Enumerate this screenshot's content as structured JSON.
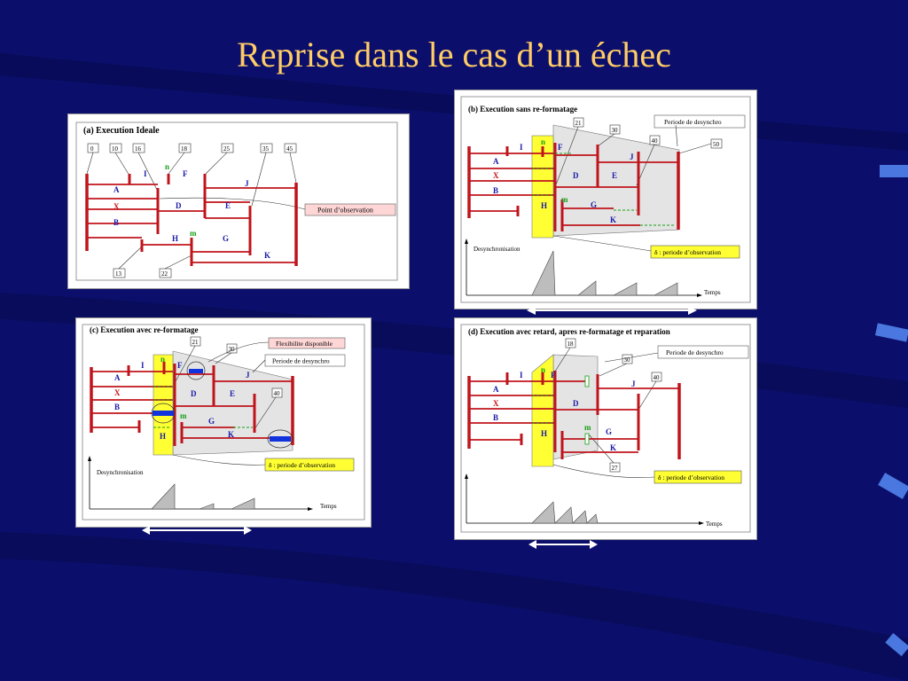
{
  "slide": {
    "title": "Reprise dans le cas d’un échec"
  },
  "colors": {
    "background": "#0b0f6b",
    "title": "#ffcc66",
    "process_line": "#c0141c",
    "label_blue": "#1a1aa8",
    "label_red": "#cc1111",
    "label_green": "#16a016",
    "highlight_yellow": "#ffff33",
    "shade_gray": "#e4e4e4",
    "note_pink": "#ffd6d6",
    "marker_blue": "#1133dd"
  },
  "panels": {
    "a": {
      "title": "(a) Execution Ideale",
      "ticks": [
        "0",
        "10",
        "16",
        "18",
        "25",
        "35",
        "45",
        "13",
        "22"
      ],
      "procs": [
        "A",
        "X",
        "B"
      ],
      "labels": {
        "I": "I",
        "F": "F",
        "J": "J",
        "D": "D",
        "E": "E",
        "H": "H",
        "G": "G",
        "K": "K",
        "n": "n",
        "m": "m"
      },
      "note": "Point d’observation"
    },
    "b": {
      "title": "(b) Execution sans re-formatage",
      "ticks": [
        "21",
        "30",
        "40",
        "50"
      ],
      "procs": [
        "A",
        "X",
        "B"
      ],
      "labels": {
        "I": "I",
        "F": "F",
        "J": "J",
        "D": "D",
        "E": "E",
        "H": "H",
        "G": "G",
        "K": "K",
        "n": "n",
        "m": "m"
      },
      "note_desync": "Periode de desynchro",
      "note_obs": "δ : periode d’observation",
      "ylabel": "Desynchronisation",
      "xlabel": "Temps"
    },
    "c": {
      "title": "(c) Execution avec re-formatage",
      "ticks": [
        "21",
        "30",
        "40"
      ],
      "procs": [
        "A",
        "X",
        "B"
      ],
      "labels": {
        "I": "I",
        "F": "F",
        "J": "J",
        "D": "D",
        "E": "E",
        "H": "H",
        "G": "G",
        "K": "K",
        "n": "n",
        "m": "m"
      },
      "note_flex": "Flexibilite disponible",
      "note_desync": "Periode de desynchro",
      "note_obs": "δ : periode d’observation",
      "ylabel": "Desynchronisation",
      "xlabel": "Temps"
    },
    "d": {
      "title": "(d) Execution avec retard, apres re-formatage et reparation",
      "ticks": [
        "18",
        "30",
        "40",
        "27"
      ],
      "procs": [
        "A",
        "X",
        "B"
      ],
      "labels": {
        "I": "I",
        "F": "F",
        "J": "J",
        "D": "D",
        "G": "G",
        "H": "H",
        "K": "K",
        "n": "n",
        "m": "m"
      },
      "note_desync": "Periode de desynchro",
      "note_obs": "δ : periode d’observation",
      "xlabel": "Temps"
    }
  }
}
